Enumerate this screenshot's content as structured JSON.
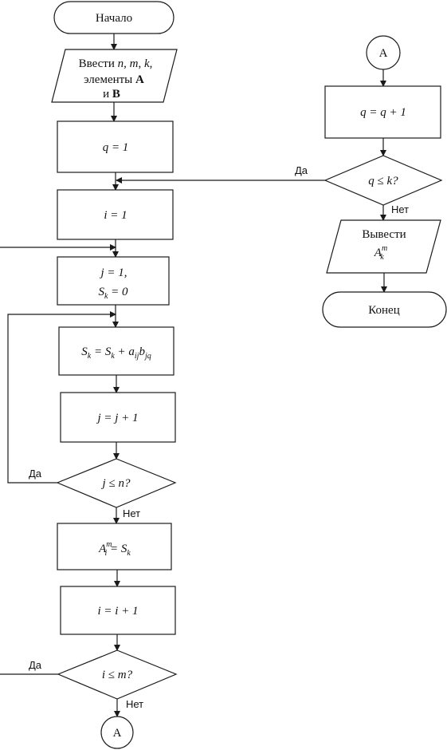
{
  "start": "Начало",
  "input": {
    "line1": "Ввести",
    "n": "n",
    "comma": ",",
    "m": "m",
    "k": "k",
    "line2": "элементы",
    "a": "A",
    "line3": "и",
    "b": "B"
  },
  "q_init": "q = 1",
  "i_init": "i = 1",
  "j_init": "j = 1,",
  "sk_init": {
    "s": "S",
    "k": "k",
    "rest": " = 0"
  },
  "accumulate": {
    "s": "S",
    "k": "k",
    "eq": " = ",
    "s2": "S",
    "k2": "k",
    "plus": " + ",
    "a": "a",
    "ij": "ij",
    "bb": "b",
    "jq": "jq"
  },
  "j_inc": "j = j + 1",
  "j_cond": "j ≤ n?",
  "assign": {
    "a": "A",
    "m": "m",
    "i": "i",
    "eq": " = ",
    "s": "S",
    "k": "k"
  },
  "i_inc": "i = i + 1",
  "i_cond": "i ≤ m?",
  "connector": "A",
  "q_inc": "q = q + 1",
  "q_cond": "q ≤ k?",
  "output": {
    "line1": "Вывести",
    "a": "A",
    "m": "m",
    "k": "k"
  },
  "end": "Конец",
  "yes": "Да",
  "no": "Нет"
}
